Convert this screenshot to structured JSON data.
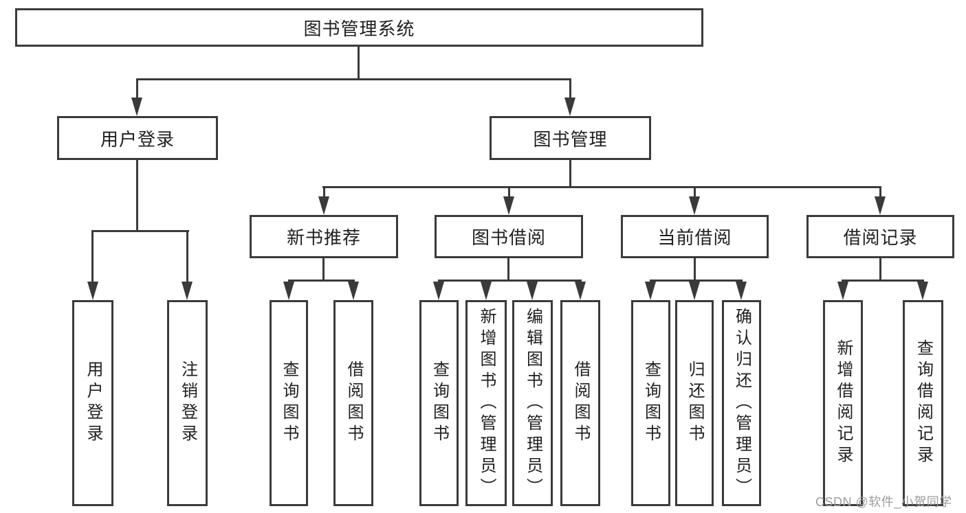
{
  "diagram": {
    "type": "org-tree",
    "title": "图书管理系统",
    "watermark": "CSDN @软件_小贺同学",
    "colors": {
      "line": "#3a3a3a",
      "box_border": "#3a3a3a",
      "text": "#1f1f1f",
      "background": "#ffffff",
      "watermark": "#9c9c9c"
    },
    "tree": {
      "label": "图书管理系统",
      "children": [
        {
          "label": "用户登录",
          "children": [
            {
              "label": "用户登录"
            },
            {
              "label": "注销登录"
            }
          ]
        },
        {
          "label": "图书管理",
          "children": [
            {
              "label": "新书推荐",
              "children": [
                {
                  "label": "查询图书"
                },
                {
                  "label": "借阅图书"
                }
              ]
            },
            {
              "label": "图书借阅",
              "children": [
                {
                  "label": "查询图书"
                },
                {
                  "label": "新增图书（管理员）"
                },
                {
                  "label": "编辑图书（管理员）"
                },
                {
                  "label": "借阅图书"
                }
              ]
            },
            {
              "label": "当前借阅",
              "children": [
                {
                  "label": "查询图书"
                },
                {
                  "label": "归还图书"
                },
                {
                  "label": "确认归还（管理员）"
                }
              ]
            },
            {
              "label": "借阅记录",
              "children": [
                {
                  "label": "新增借阅记录"
                },
                {
                  "label": "查询借阅记录"
                }
              ]
            }
          ]
        }
      ]
    }
  }
}
